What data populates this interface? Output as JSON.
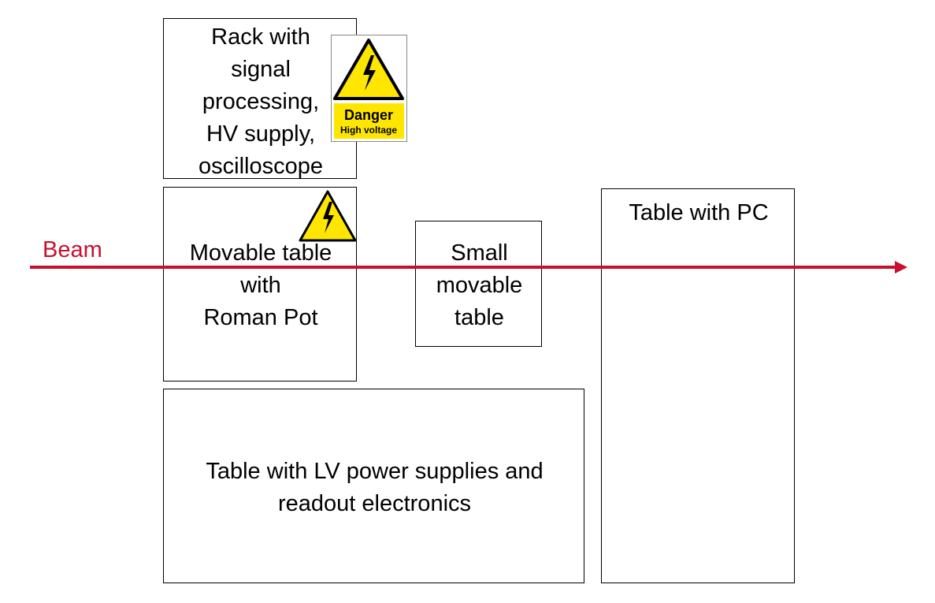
{
  "colors": {
    "beam": "#c8102e",
    "warning_yellow": "#ffe600",
    "box_border": "#000000"
  },
  "beam": {
    "label": "Beam"
  },
  "boxes": {
    "rack": {
      "lines": [
        "Rack with",
        "signal",
        "processing,",
        "HV supply,",
        "oscilloscope"
      ]
    },
    "movable_table": {
      "lines": [
        "Movable table",
        "with",
        "Roman Pot"
      ]
    },
    "small_table": {
      "lines": [
        "Small",
        "movable",
        "table"
      ]
    },
    "pc_table": {
      "lines": [
        "Table with PC"
      ]
    },
    "lv_table": {
      "lines": [
        "Table with LV power supplies and",
        "readout electronics"
      ]
    }
  },
  "danger_sign": {
    "icon": "high-voltage-warning-icon",
    "title": "Danger",
    "subtitle": "High voltage"
  },
  "small_warning": {
    "icon": "high-voltage-warning-icon"
  }
}
